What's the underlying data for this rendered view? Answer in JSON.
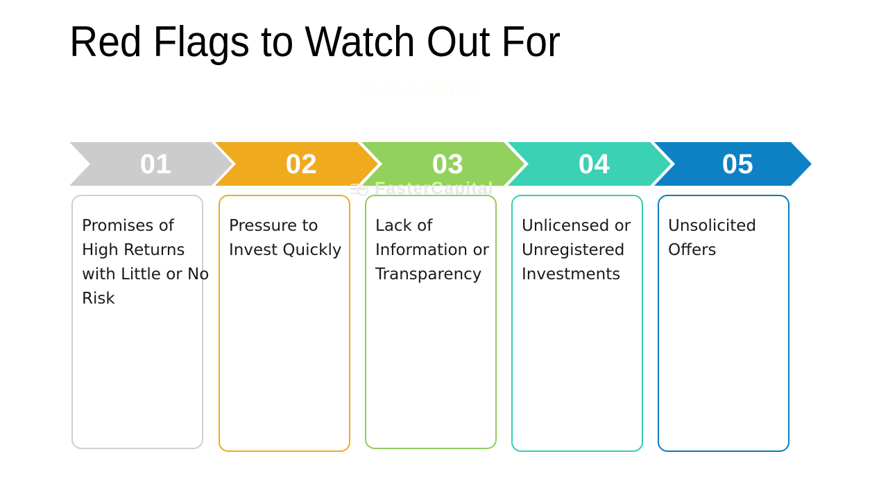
{
  "slide": {
    "title": "Red Flags to Watch Out For",
    "background_color": "#ffffff",
    "watermark": {
      "text": "FasterCapital",
      "logo_icon": "fastercapital-logo-icon"
    }
  },
  "steps": [
    {
      "number": "01",
      "color": "#cccccc",
      "card_border_color": "#cfcfcf",
      "text": "Promises of High Returns with Little or No Risk"
    },
    {
      "number": "02",
      "color": "#f0aa1e",
      "card_border_color": "#efaa22",
      "text": "Pressure to Invest Quickly"
    },
    {
      "number": "03",
      "color": "#93d15e",
      "card_border_color": "#8fcd5c",
      "text": "Lack of Information or Transparency"
    },
    {
      "number": "04",
      "color": "#3ad1b4",
      "card_border_color": "#35ccb0",
      "text": "Unlicensed or Unregistered Investments"
    },
    {
      "number": "05",
      "color": "#0d81c4",
      "card_border_color": "#1079bd",
      "text": "Unsolicited Offers"
    }
  ]
}
